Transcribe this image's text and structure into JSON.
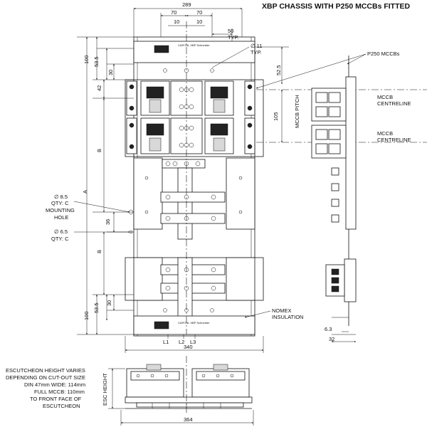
{
  "title": "XBP CHASSIS WITH P250 MCCBs FITTED",
  "dimensions": {
    "overall_width": "289",
    "top_70_left": "70",
    "top_70_right": "70",
    "top_10_left": "10",
    "top_10_right": "10",
    "spacing_50": "50",
    "typ_50": "TYP.",
    "hole_11": "∅ 11",
    "typ_11": "TYP.",
    "left_100_top": "100",
    "left_53_5_top": "53.5",
    "left_30_top": "30",
    "left_42": "42",
    "b_upper": "B",
    "a_total": "A",
    "left_36": "36",
    "b_lower": "B",
    "left_30_bottom": "30",
    "left_53_5_bottom": "53.5",
    "left_100_bottom": "100",
    "right_52_5": "52.5",
    "right_105": "105",
    "bottom_340": "340",
    "side_6_3": "6.3",
    "side_32": "32",
    "base_364": "364"
  },
  "labels": {
    "p250_mccbs": "P250 MCCBs",
    "mccb_centreline_1a": "MCCB",
    "mccb_centreline_1b": "CENTRELINE",
    "mccb_centreline_2a": "MCCB",
    "mccb_centreline_2b": "CENTRELINE",
    "mccb_pitch": "MCCB PITCH",
    "hole_8_5": "∅ 8.5",
    "qty_c_1": "QTY: C",
    "mounting": "MOUNTING",
    "hole": "HOLE",
    "hole_6_5": "∅ 6.5",
    "qty_c_2": "QTY: C",
    "nomex_1": "NOMEX",
    "nomex_2": "INSULATION",
    "l1": "L1",
    "l2": "L2",
    "l3": "L3",
    "esc_height": "ESC HEIGHT",
    "note_1": "ESCUTCHEON HEIGHT VARIES",
    "note_2": "DEPENDING ON CUT-OUT SIZE",
    "note_3": "DIN 47mm WIDE: 114mm",
    "note_4": "FULL MCCB: 110mm",
    "note_5": "TO FRONT FACE OF",
    "note_6": "ESCUTCHEON",
    "plate_text_top": "CAPITAL   XBP   Schneider",
    "plate_text_bottom": "CAPITAL   XBP   Schneider"
  },
  "colors": {
    "line": "#111111",
    "background": "#ffffff"
  }
}
